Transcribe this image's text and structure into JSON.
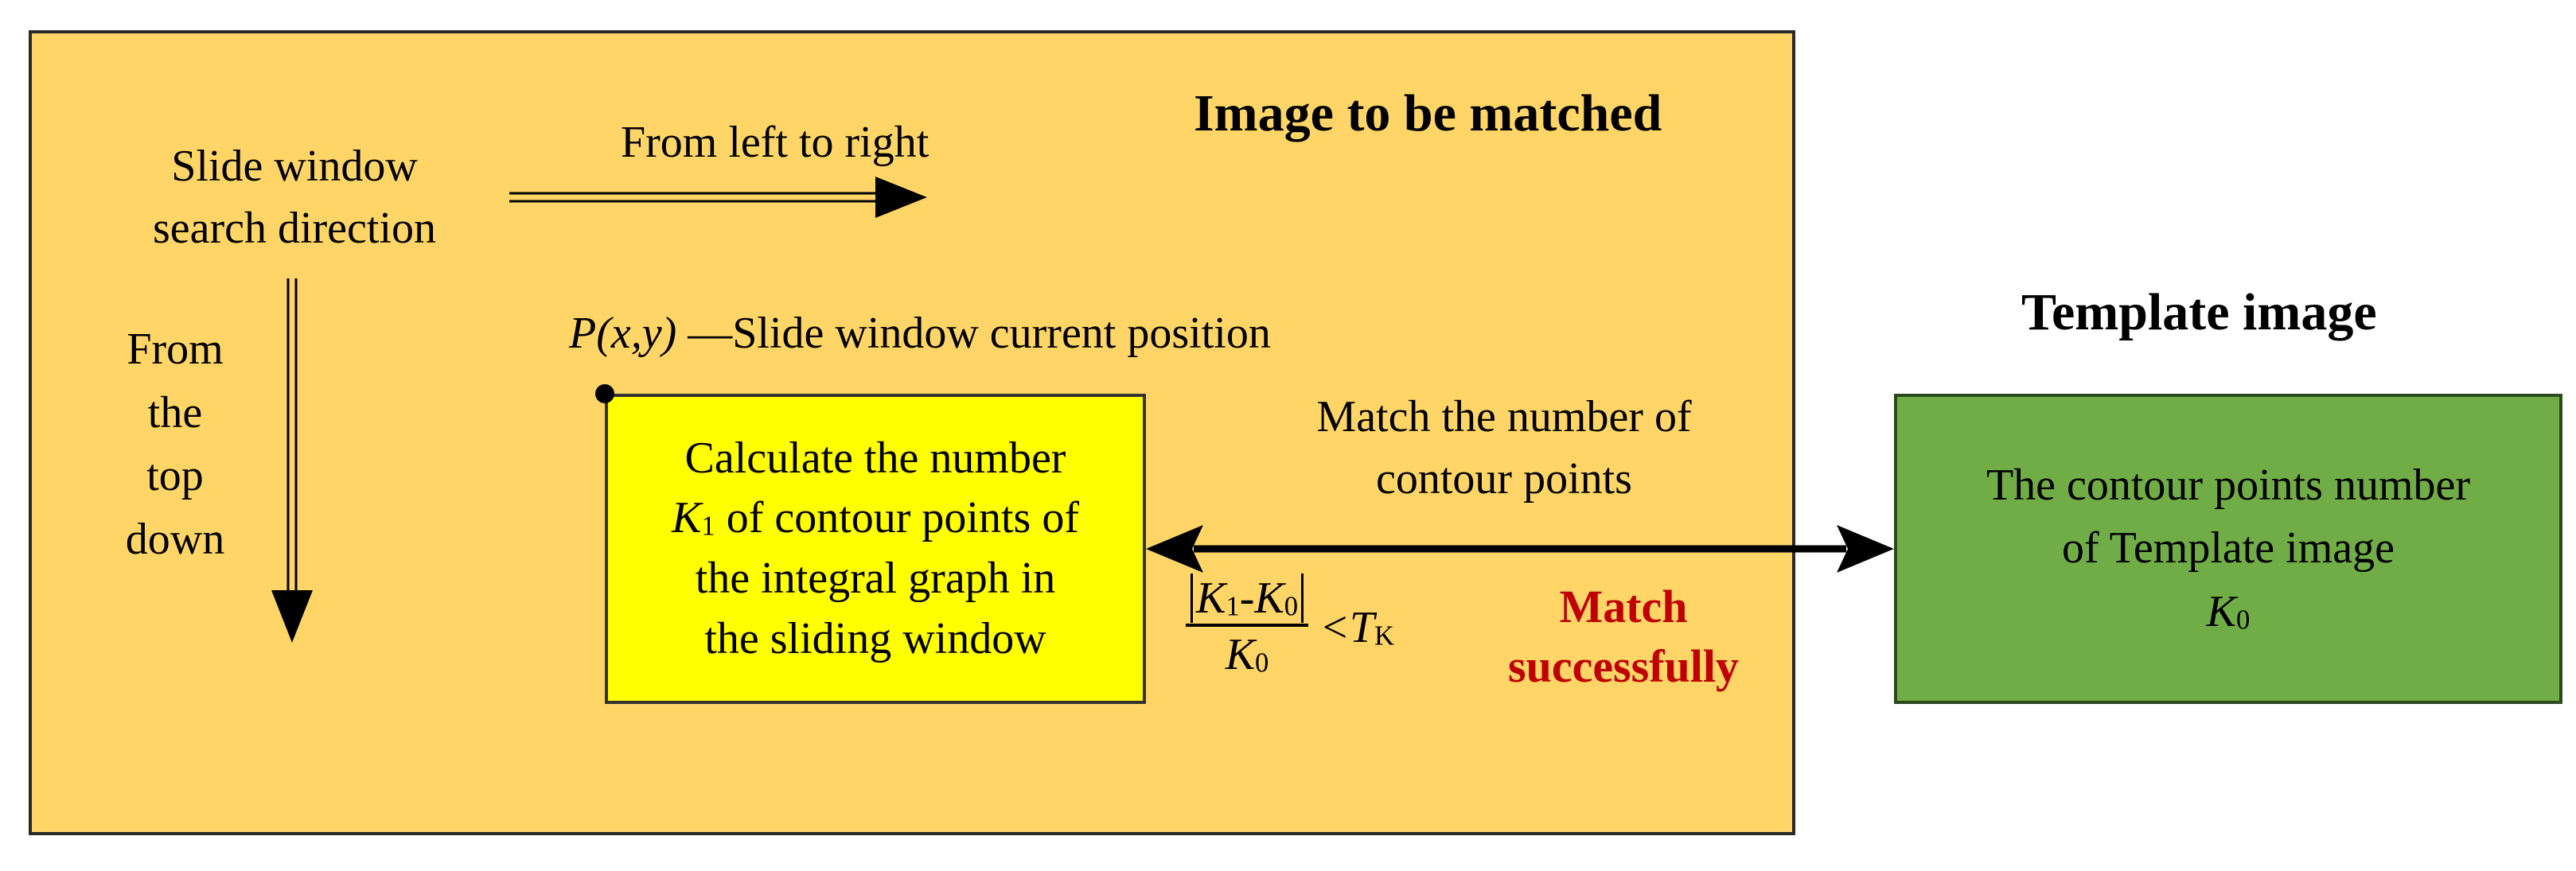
{
  "colors": {
    "big_box_fill": "#fed566",
    "yellow_box_fill": "#ffff00",
    "green_box_fill": "#70ad47",
    "success_text": "#c00000"
  },
  "labels": {
    "image_to_be_matched": "Image to be matched",
    "slide_window_line1": "Slide window",
    "slide_window_line2": "search direction",
    "from_left_to_right": "From left to right",
    "top_down": [
      "From",
      "the",
      "top",
      "down"
    ],
    "position_symbol": "P",
    "position_args": "(x,y)",
    "position_desc": "—Slide window current position",
    "match_number_line1": "Match the number of",
    "match_number_line2": "contour points",
    "match_success_line1": "Match",
    "match_success_line2": "successfully",
    "template_image": "Template image"
  },
  "calc_box": {
    "line1": "Calculate the number",
    "k_symbol": "K",
    "k_sub": "1",
    "line2_rest": " of contour points of",
    "line3": "the integral graph in",
    "line4": "the sliding window"
  },
  "template_box": {
    "line1": "The contour points number",
    "line2": "of Template image",
    "k_symbol": "K",
    "k_sub": "0"
  },
  "formula": {
    "k1": "K",
    "k1_sub": "1",
    "minus": "-",
    "k0": "K",
    "k0_sub": "0",
    "den_k": "K",
    "den_sub": "0",
    "lt": "<",
    "t": "T",
    "t_sub": "K"
  }
}
